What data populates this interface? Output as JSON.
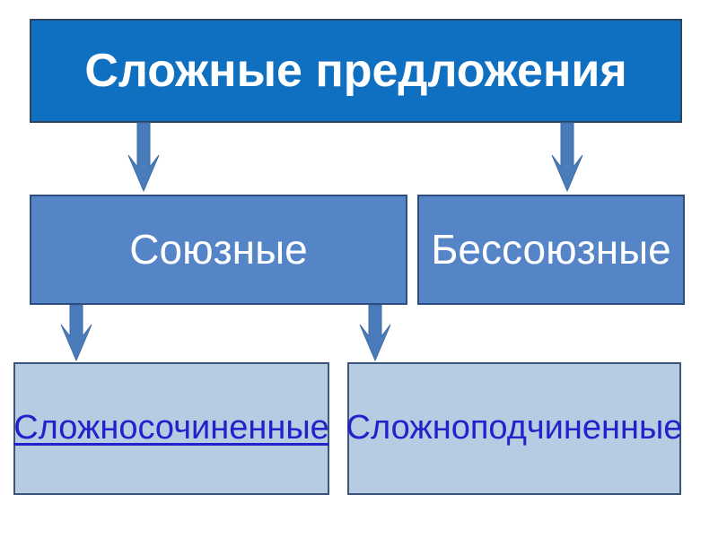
{
  "slide": {
    "background": "#FFFFFF",
    "title_node": {
      "label": "Сложные предложения",
      "fill": "#0F70C2",
      "border": "#2B4562",
      "text_color": "#FFFFFF",
      "bold": true
    },
    "level2_nodes": [
      {
        "label": "Союзные",
        "fill": "#5585C6",
        "border": "#2B4F7E",
        "text_color": "#FFFFFF"
      },
      {
        "label": "Бессоюзные",
        "fill": "#5585C6",
        "border": "#2B4F7E",
        "text_color": "#FFFFFF"
      }
    ],
    "level3_nodes": [
      {
        "label": "Сложносочиненные",
        "fill": "#B7CBE3",
        "border": "#3C567B",
        "text_color": "#2222CC",
        "underlined": true,
        "is_link": true
      },
      {
        "label": "Сложноподчиненные",
        "fill": "#B7CBE3",
        "border": "#3C567B",
        "text_color": "#2222CC",
        "underlined": false,
        "is_link": false
      }
    ],
    "connections": [
      {
        "from": "Сложные предложения",
        "to": "Союзные"
      },
      {
        "from": "Сложные предложения",
        "to": "Бессоюзные"
      },
      {
        "from": "Союзные",
        "to": "Сложносочиненные"
      },
      {
        "from": "Союзные",
        "to": "Сложноподчиненные"
      }
    ],
    "arrow_color": "#4A7CBB"
  }
}
